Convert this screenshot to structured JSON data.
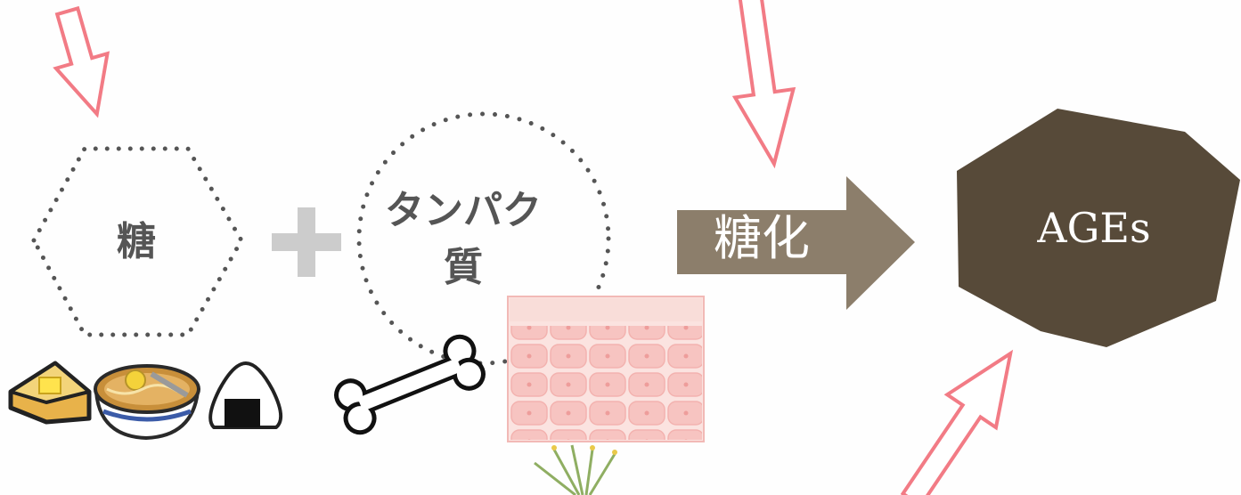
{
  "diagram": {
    "sugar_label": "糖",
    "protein_label_line1": "タンパク",
    "protein_label_line2": "質",
    "glycation_label": "糖化",
    "ages_label": "AGEs",
    "colors": {
      "dotted_outline": "#555555",
      "plus": "#cccccc",
      "glycation_arrow": "#8c7e6b",
      "ages_shape": "#574a39",
      "pointer_arrows": "#f27b85",
      "skin_tissue": "#f8d3d0"
    },
    "icons": [
      "toast-icon",
      "ramen-bowl-icon",
      "onigiri-icon",
      "bone-icon",
      "skin-tissue-icon",
      "plant-icon"
    ]
  }
}
